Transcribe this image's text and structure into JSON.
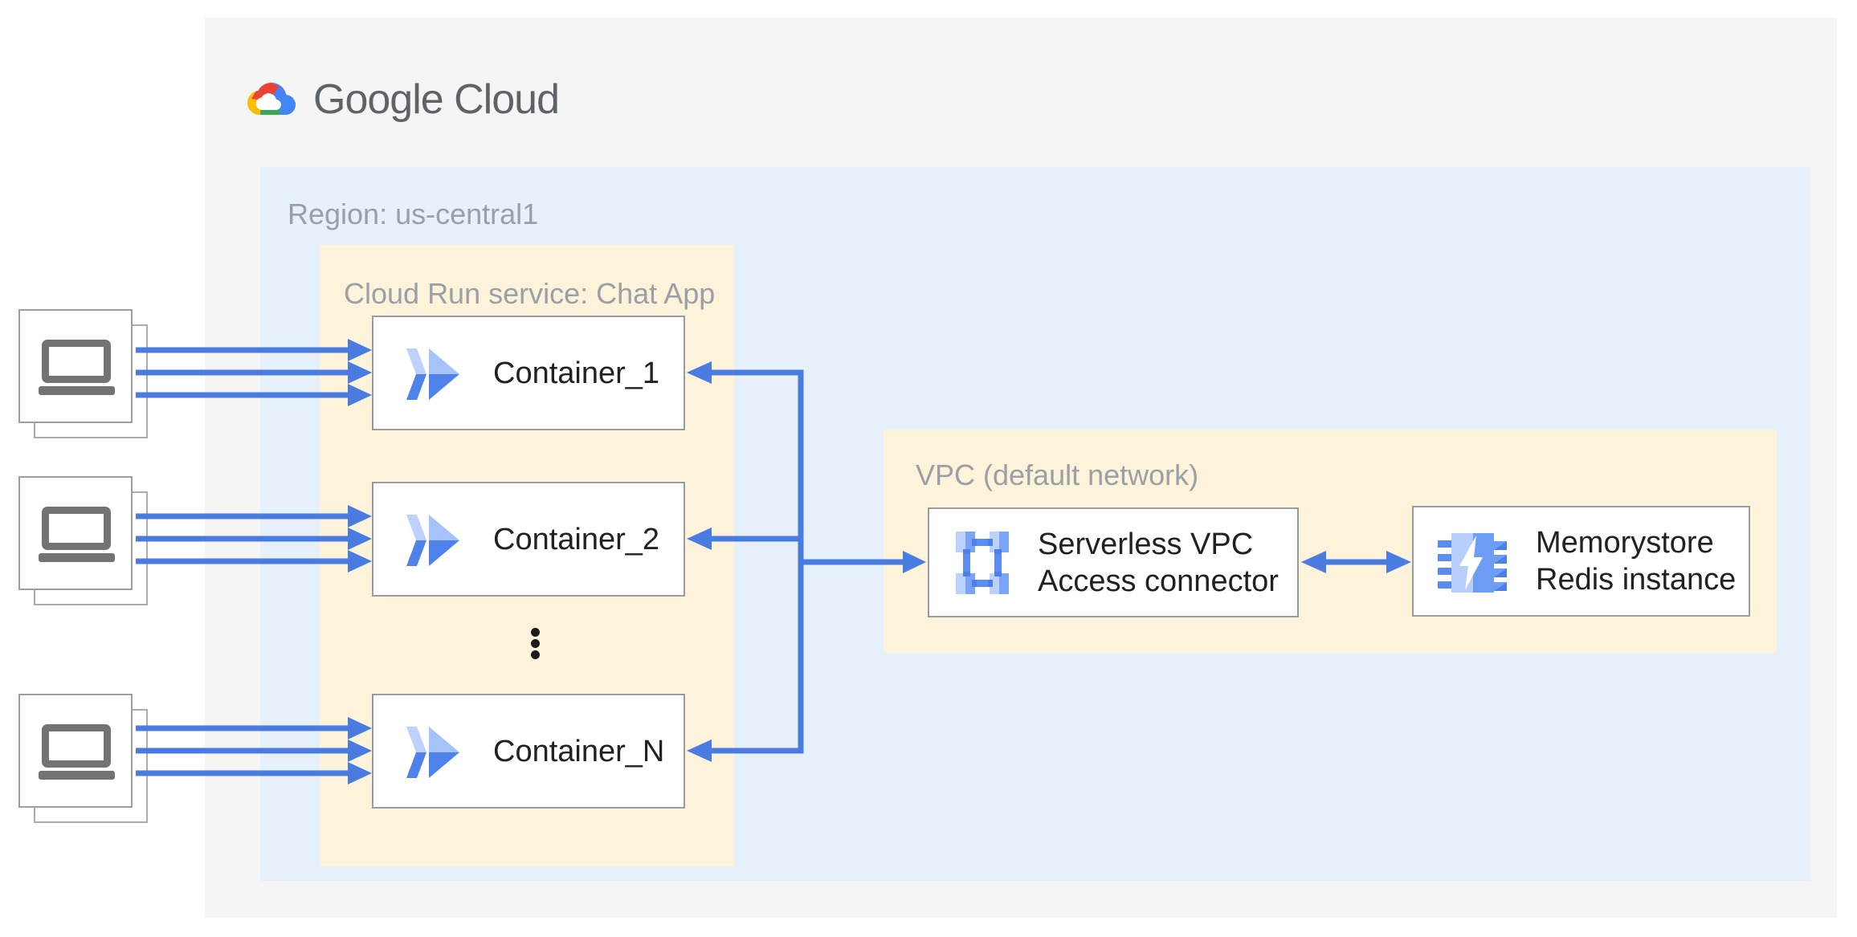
{
  "brand": {
    "wordmark": "Google Cloud",
    "icon": "google-cloud-logo"
  },
  "region": {
    "label": "Region: us-central1"
  },
  "cloud_run": {
    "label": "Cloud Run service: Chat App",
    "icon": "cloud-run-icon",
    "containers": [
      {
        "label": "Container_1"
      },
      {
        "label": "Container_2"
      },
      {
        "label": "Container_N"
      }
    ],
    "ellipsis_icon": "vertical-ellipsis"
  },
  "vpc": {
    "label": "VPC (default network)",
    "connector": {
      "line1": "Serverless VPC",
      "line2": "Access connector",
      "icon": "serverless-vpc-access-connector-icon"
    },
    "memorystore": {
      "line1": "Memorystore",
      "line2": "Redis instance",
      "icon": "memorystore-redis-icon"
    }
  },
  "clients": {
    "count": 3,
    "icon": "laptop-icon"
  },
  "colors": {
    "outer_bg": "#f5f5f6",
    "region_bg": "#e6f1fc",
    "zone_bg": "#fcf3da",
    "arrow_blue": "#4a7be1",
    "label_gray": "#9aa0a6",
    "text_dark": "#202124",
    "logo_red": "#ea4335",
    "logo_yellow": "#fbbc04",
    "logo_green": "#34a853",
    "logo_blue": "#4285f4"
  }
}
